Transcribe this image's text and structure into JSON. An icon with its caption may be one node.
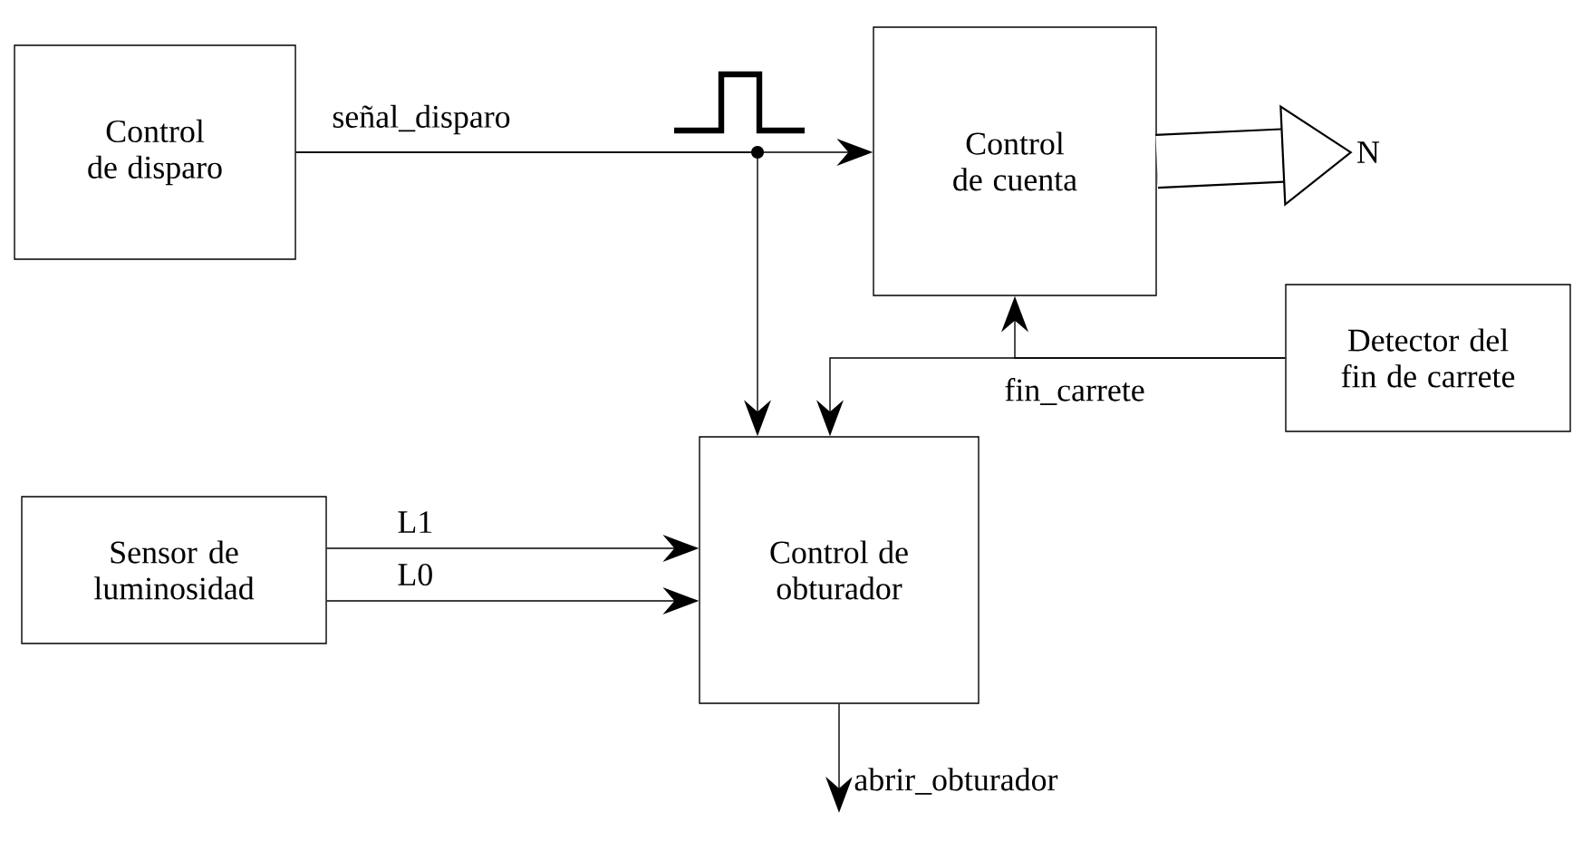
{
  "diagram": {
    "nodes": [
      {
        "text": [
          "Control de disparo"
        ]
      },
      {
        "text": [
          "Control de cuenta"
        ]
      },
      {
        "text": [
          "Detector del fin de carrete"
        ]
      },
      {
        "text": [
          "Sensor de luminosidad"
        ]
      },
      {
        "text": [
          "Control de obturador"
        ]
      },
      {
        "text": [
          "N"
        ]
      }
    ],
    "edges": [
      {
        "from": 0,
        "to": 1,
        "arrow": "to",
        "label": "señal_disparo"
      },
      {
        "from": 0,
        "to": 4,
        "arrow": "to"
      },
      {
        "from": 2,
        "to": 1,
        "arrow": "to",
        "label": "fin_carrete"
      },
      {
        "from": 2,
        "to": 4,
        "arrow": "to"
      },
      {
        "from": 3,
        "to": 4,
        "arrow": "to",
        "label": "L1"
      },
      {
        "from": 3,
        "to": 4,
        "arrow": "to",
        "label": "L0"
      },
      {
        "from": 4,
        "to": null,
        "arrow": "to",
        "label": "abrir_obturador"
      },
      {
        "from": 1,
        "to": 5,
        "arrow": "to",
        "style": "thick"
      }
    ]
  }
}
